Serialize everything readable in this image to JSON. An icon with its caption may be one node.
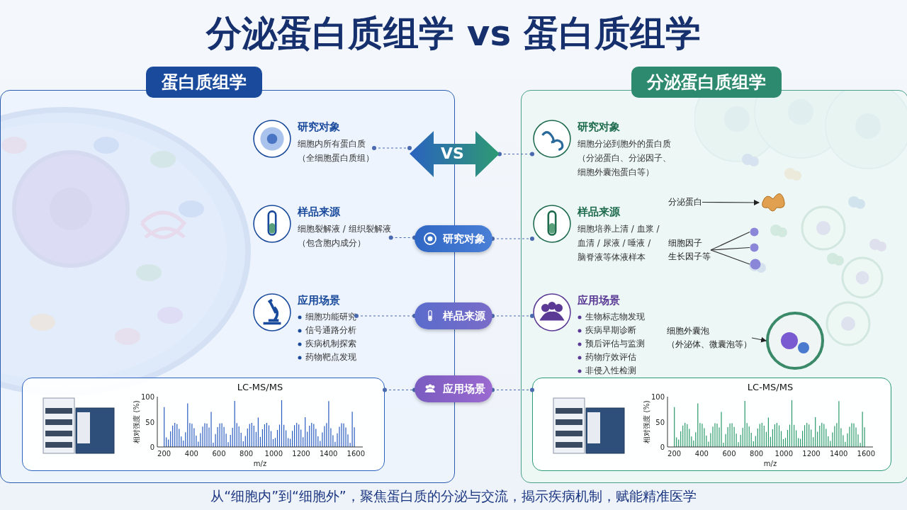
{
  "diagram": {
    "title": "分泌蛋白质组学 vs 蛋白质组学",
    "caption": "从“细胞内”到“细胞外”，聚焦蛋白质的分泌与交流，揭示疾病机制，赋能精准医学",
    "nodes": [
      {
        "text": [
          "蛋白质组学"
        ]
      },
      {
        "text": [
          "研究对象",
          "细胞内所有蛋白质（全细胞蛋白质组）"
        ],
        "in": 0
      },
      {
        "text": [
          "样品来源",
          "细胞裂解液 / 组织裂解液（包含胞内成分）"
        ],
        "in": 0
      },
      {
        "text": [
          "应用场景",
          "细胞功能研究",
          "信号通路分析",
          "疾病机制探索",
          "药物靶点发现"
        ],
        "in": 0
      },
      {
        "text": [
          "LC-MS/MS"
        ],
        "in": 0
      },
      {
        "text": [
          "分泌蛋白质组学"
        ]
      },
      {
        "text": [
          "研究对象",
          "细胞分泌到胞外的蛋白质（分泌蛋白、分泌因子、细胞外囊泡蛋白等）"
        ],
        "in": 5
      },
      {
        "text": [
          "样品来源",
          "细胞培养上清 / 血浆 / 血清 / 尿液 / 唾液 / 脑脊液等体液样本"
        ],
        "in": 5
      },
      {
        "text": [
          "应用场景",
          "生物标志物发现",
          "疾病早期诊断",
          "预后评估与监测",
          "药物疗效评估",
          "非侵入性检测"
        ],
        "in": 5
      },
      {
        "text": [
          "LC-MS/MS"
        ],
        "in": 5
      },
      {
        "text": [
          "VS"
        ]
      },
      {
        "text": [
          "研究对象"
        ]
      },
      {
        "text": [
          "样品来源"
        ]
      },
      {
        "text": [
          "应用场景"
        ]
      },
      {
        "text": [
          "分泌蛋白"
        ],
        "in": 5
      },
      {
        "text": [],
        "shape": "picture",
        "in": 5
      },
      {
        "text": [
          "细胞因子生长因子等"
        ],
        "in": 5
      },
      {
        "text": [],
        "shape": "circle",
        "in": 5
      },
      {
        "text": [],
        "shape": "circle",
        "in": 5
      },
      {
        "text": [],
        "shape": "circle",
        "in": 5
      },
      {
        "text": [
          "细胞外囊泡（外泌体、微囊泡等）"
        ],
        "in": 5
      },
      {
        "text": [],
        "shape": "circle",
        "in": 5
      }
    ],
    "edges": [
      {
        "from": 1,
        "to": 10,
        "arrow": "other",
        "style": "dashed"
      },
      {
        "from": 2,
        "to": 11,
        "arrow": "other",
        "style": "dashed"
      },
      {
        "from": 3,
        "to": 12,
        "arrow": "other",
        "style": "dashed"
      },
      {
        "from": 4,
        "to": 13,
        "arrow": "other",
        "style": "dashed"
      },
      {
        "from": 10,
        "to": 6,
        "arrow": "other",
        "style": "dashed"
      },
      {
        "from": 11,
        "to": 7,
        "arrow": "other",
        "style": "dashed"
      },
      {
        "from": 12,
        "to": 8,
        "arrow": "other",
        "style": "dashed"
      },
      {
        "from": 13,
        "to": 9,
        "arrow": "other",
        "style": "dashed"
      },
      {
        "from": 14,
        "to": 15,
        "arrow": "to",
        "color": "#333333"
      },
      {
        "from": 16,
        "to": 17,
        "arrow": "none",
        "color": "#333333"
      },
      {
        "from": 16,
        "to": 18,
        "arrow": "none",
        "color": "#333333"
      },
      {
        "from": 16,
        "to": 19,
        "arrow": "none",
        "color": "#333333"
      },
      {
        "from": 20,
        "to": 21,
        "arrow": "to",
        "color": "#333333"
      }
    ],
    "labels": [
      "100",
      "50",
      "0",
      "相对强度 (%)",
      "200",
      "400",
      "600",
      "800",
      "1000",
      "1200",
      "1400",
      "1600",
      "m/z",
      "100",
      "50",
      "0",
      "相对强度 (%)",
      "200",
      "400",
      "600",
      "800",
      "1000",
      "1200",
      "1400",
      "1600",
      "m/z"
    ]
  }
}
